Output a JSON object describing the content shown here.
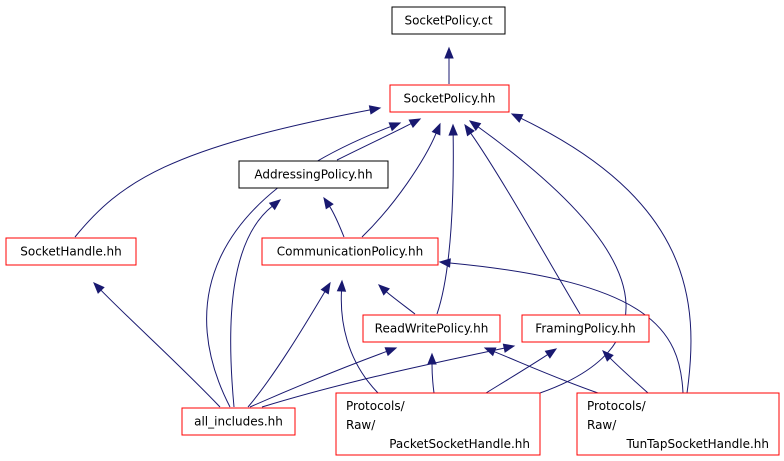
{
  "colors": {
    "edge": "#191970",
    "root_fill": "#bfbfbf",
    "root_border": "#000000",
    "node_fill": "#ffffff",
    "node_border_red": "#ff0000",
    "node_border_black": "#000000"
  },
  "nodes": [
    {
      "id": "socketpolicy_ct",
      "lines": [
        "SocketPolicy.ct"
      ],
      "border": "black",
      "fill": "gray"
    },
    {
      "id": "socketpolicy_hh",
      "lines": [
        "SocketPolicy.hh"
      ],
      "border": "red"
    },
    {
      "id": "addressingpolicy_hh",
      "lines": [
        "AddressingPolicy.hh"
      ],
      "border": "black"
    },
    {
      "id": "sockethandle_hh",
      "lines": [
        "SocketHandle.hh"
      ],
      "border": "red"
    },
    {
      "id": "communicationpolicy_hh",
      "lines": [
        "CommunicationPolicy.hh"
      ],
      "border": "red"
    },
    {
      "id": "readwritepolicy_hh",
      "lines": [
        "ReadWritePolicy.hh"
      ],
      "border": "red"
    },
    {
      "id": "framingpolicy_hh",
      "lines": [
        "FramingPolicy.hh"
      ],
      "border": "red"
    },
    {
      "id": "all_includes_hh",
      "lines": [
        "all_includes.hh"
      ],
      "border": "red"
    },
    {
      "id": "packetsockethandle_hh",
      "lines": [
        "Protocols/",
        "Raw/",
        "PacketSocketHandle.hh"
      ],
      "border": "red"
    },
    {
      "id": "tuntapsockethandle_hh",
      "lines": [
        "Protocols/",
        "Raw/",
        "TunTapSocketHandle.hh"
      ],
      "border": "red"
    }
  ],
  "edges": [
    {
      "from": "socketpolicy_hh",
      "to": "socketpolicy_ct"
    },
    {
      "from": "addressingpolicy_hh",
      "to": "socketpolicy_hh"
    },
    {
      "from": "sockethandle_hh",
      "to": "socketpolicy_hh"
    },
    {
      "from": "communicationpolicy_hh",
      "to": "socketpolicy_hh"
    },
    {
      "from": "communicationpolicy_hh",
      "to": "addressingpolicy_hh"
    },
    {
      "from": "readwritepolicy_hh",
      "to": "socketpolicy_hh"
    },
    {
      "from": "readwritepolicy_hh",
      "to": "communicationpolicy_hh"
    },
    {
      "from": "framingpolicy_hh",
      "to": "socketpolicy_hh"
    },
    {
      "from": "all_includes_hh",
      "to": "socketpolicy_hh"
    },
    {
      "from": "all_includes_hh",
      "to": "addressingpolicy_hh"
    },
    {
      "from": "all_includes_hh",
      "to": "sockethandle_hh"
    },
    {
      "from": "all_includes_hh",
      "to": "communicationpolicy_hh"
    },
    {
      "from": "all_includes_hh",
      "to": "readwritepolicy_hh"
    },
    {
      "from": "all_includes_hh",
      "to": "framingpolicy_hh"
    },
    {
      "from": "packetsockethandle_hh",
      "to": "socketpolicy_hh"
    },
    {
      "from": "packetsockethandle_hh",
      "to": "communicationpolicy_hh"
    },
    {
      "from": "packetsockethandle_hh",
      "to": "readwritepolicy_hh"
    },
    {
      "from": "packetsockethandle_hh",
      "to": "framingpolicy_hh"
    },
    {
      "from": "tuntapsockethandle_hh",
      "to": "socketpolicy_hh"
    },
    {
      "from": "tuntapsockethandle_hh",
      "to": "communicationpolicy_hh"
    },
    {
      "from": "tuntapsockethandle_hh",
      "to": "readwritepolicy_hh"
    },
    {
      "from": "tuntapsockethandle_hh",
      "to": "framingpolicy_hh"
    }
  ]
}
